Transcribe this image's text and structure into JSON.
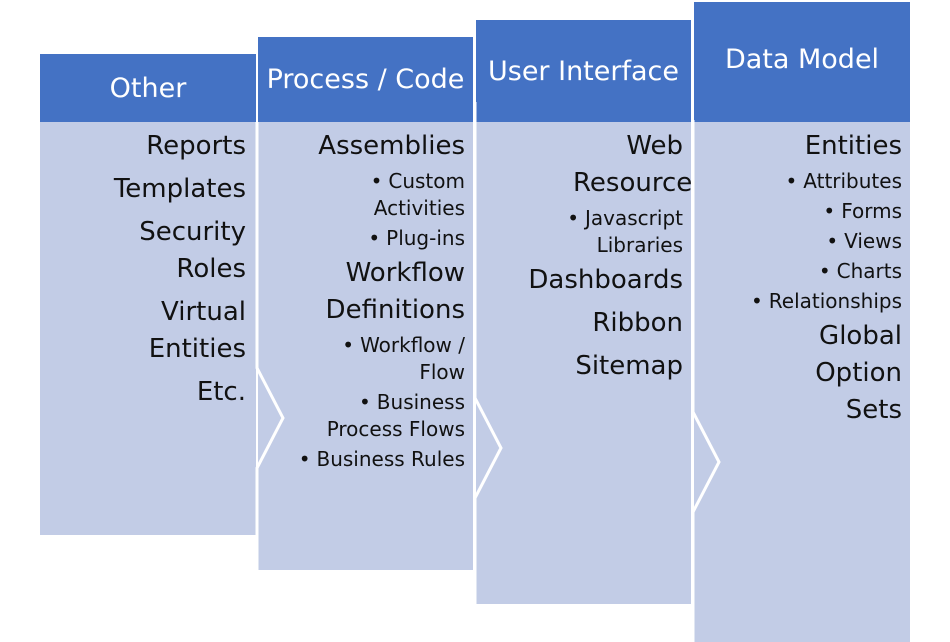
{
  "columns": {
    "other": {
      "header": "Other",
      "items": [
        "Reports",
        "Templates",
        "Security Roles",
        "Virtual Entities",
        "Etc."
      ]
    },
    "process": {
      "header": "Process / Code",
      "assemblies": "Assemblies",
      "assemblies_bullets": [
        "Custom Activities",
        "Plug-ins"
      ],
      "workflow": "Workflow Definitions",
      "workflow_bullets": [
        "Workflow / Flow",
        "Business Process Flows",
        "Business Rules"
      ]
    },
    "ui": {
      "header": "User Interface",
      "web_resources": "Web Resources",
      "web_bullets": [
        "Javascript Libraries"
      ],
      "items": [
        "Dashboards",
        "Ribbon",
        "Sitemap"
      ]
    },
    "data_model": {
      "header": "Data Model",
      "entities": "Entities",
      "entity_bullets": [
        "Attributes",
        "Forms",
        "Views",
        "Charts",
        "Relationships"
      ],
      "global": "Global Option Sets"
    }
  },
  "colors": {
    "header": "#4472c4",
    "body": "#c2cce6",
    "text": "#111111"
  }
}
